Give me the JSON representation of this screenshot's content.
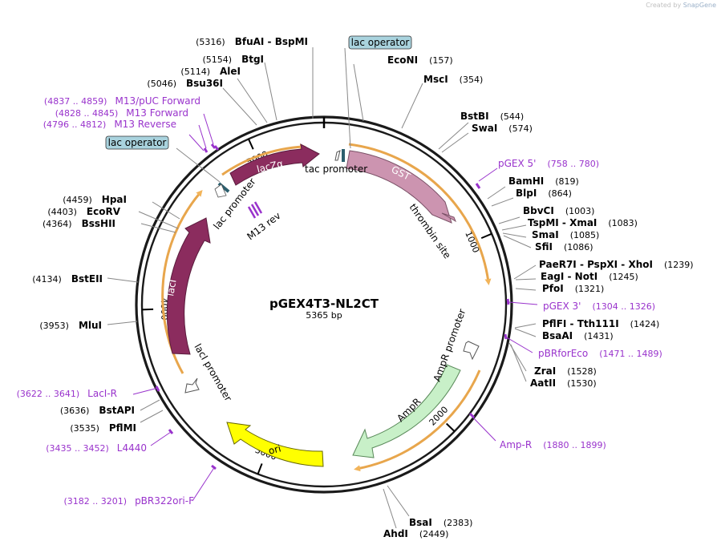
{
  "credit": {
    "prefix": "Created by",
    "brand": "SnapGene"
  },
  "plasmid": {
    "name": "pGEX4T3-NL2CT",
    "size": "5365 bp",
    "length": 5365
  },
  "ticks": [
    {
      "pos": 1000,
      "label": "1000"
    },
    {
      "pos": 2000,
      "label": "2000"
    },
    {
      "pos": 3000,
      "label": "3000"
    },
    {
      "pos": 4000,
      "label": "4000"
    },
    {
      "pos": 5000,
      "label": "5000"
    }
  ],
  "enzymes_right": [
    {
      "name": "EcoNI",
      "pos": "(157)"
    },
    {
      "name": "MscI",
      "pos": "(354)"
    },
    {
      "name": "BstBI",
      "pos": "(544)"
    },
    {
      "name": "SwaI",
      "pos": "(574)"
    },
    {
      "name": "BamHI",
      "pos": "(819)"
    },
    {
      "name": "BlpI",
      "pos": "(864)"
    },
    {
      "name": "BbvCI",
      "pos": "(1003)"
    },
    {
      "name": "TspMI  -  XmaI",
      "pos": "(1083)"
    },
    {
      "name": "SmaI",
      "pos": "(1085)"
    },
    {
      "name": "SfiI",
      "pos": "(1086)"
    },
    {
      "name": "PaeR7I  -  PspXI  -  XhoI",
      "pos": "(1239)"
    },
    {
      "name": "EagI  -  NotI",
      "pos": "(1245)"
    },
    {
      "name": "PfoI",
      "pos": "(1321)"
    },
    {
      "name": "PflFI  -  Tth111I",
      "pos": "(1424)"
    },
    {
      "name": "BsaAI",
      "pos": "(1431)"
    },
    {
      "name": "ZraI",
      "pos": "(1528)"
    },
    {
      "name": "AatII",
      "pos": "(1530)"
    },
    {
      "name": "BsaI",
      "pos": "(2383)"
    },
    {
      "name": "AhdI",
      "pos": "(2449)"
    }
  ],
  "enzymes_left": [
    {
      "name": "BfuAI  -  BspMI",
      "pos": "(5316)"
    },
    {
      "name": "BtgI",
      "pos": "(5154)"
    },
    {
      "name": "AleI",
      "pos": "(5114)"
    },
    {
      "name": "Bsu36I",
      "pos": "(5046)"
    },
    {
      "name": "HpaI",
      "pos": "(4459)"
    },
    {
      "name": "EcoRV",
      "pos": "(4403)"
    },
    {
      "name": "BssHII",
      "pos": "(4364)"
    },
    {
      "name": "BstEII",
      "pos": "(4134)"
    },
    {
      "name": "MluI",
      "pos": "(3953)"
    },
    {
      "name": "BstAPI",
      "pos": "(3636)"
    },
    {
      "name": "PflMI",
      "pos": "(3535)"
    }
  ],
  "primers": [
    {
      "name": "pGEX 5'",
      "range": "(758 .. 780)"
    },
    {
      "name": "pGEX 3'",
      "range": "(1304 .. 1326)"
    },
    {
      "name": "pBRforEco",
      "range": "(1471 .. 1489)"
    },
    {
      "name": "Amp-R",
      "range": "(1880 .. 1899)"
    },
    {
      "name": "pBR322ori-F",
      "range": "(3182 .. 3201)"
    },
    {
      "name": "L4440",
      "range": "(3435 .. 3452)"
    },
    {
      "name": "LacI-R",
      "range": "(3622 .. 3641)"
    },
    {
      "name": "M13 Reverse",
      "range": "(4796 .. 4812)"
    },
    {
      "name": "M13 Forward",
      "range": "(4828 .. 4845)"
    },
    {
      "name": "M13/pUC Forward",
      "range": "(4837 .. 4859)"
    }
  ],
  "boxed_labels": [
    "lac operator",
    "lac operator"
  ],
  "features": {
    "tac_promoter": "tac promoter",
    "gst": "GST",
    "thrombin_site": "thrombin site",
    "lac_z": "lacZα",
    "lac_promoter": "lac promoter",
    "m13_rev": "M13 rev",
    "lac_i": "lacI",
    "lac_i_promoter": "lacI promoter",
    "amp_promoter": "AmpR promoter",
    "amp_r": "AmpR",
    "ori": "ori"
  },
  "colors": {
    "gst": "#cc94b0",
    "lac": "#8b2c5e",
    "amp": "#c8f0c8",
    "ori": "#ffff00",
    "primer": "#9933cc",
    "orf_arrow": "#f2b45a",
    "operator": "#2c5f6e",
    "operator_box": "#a9d3de"
  }
}
